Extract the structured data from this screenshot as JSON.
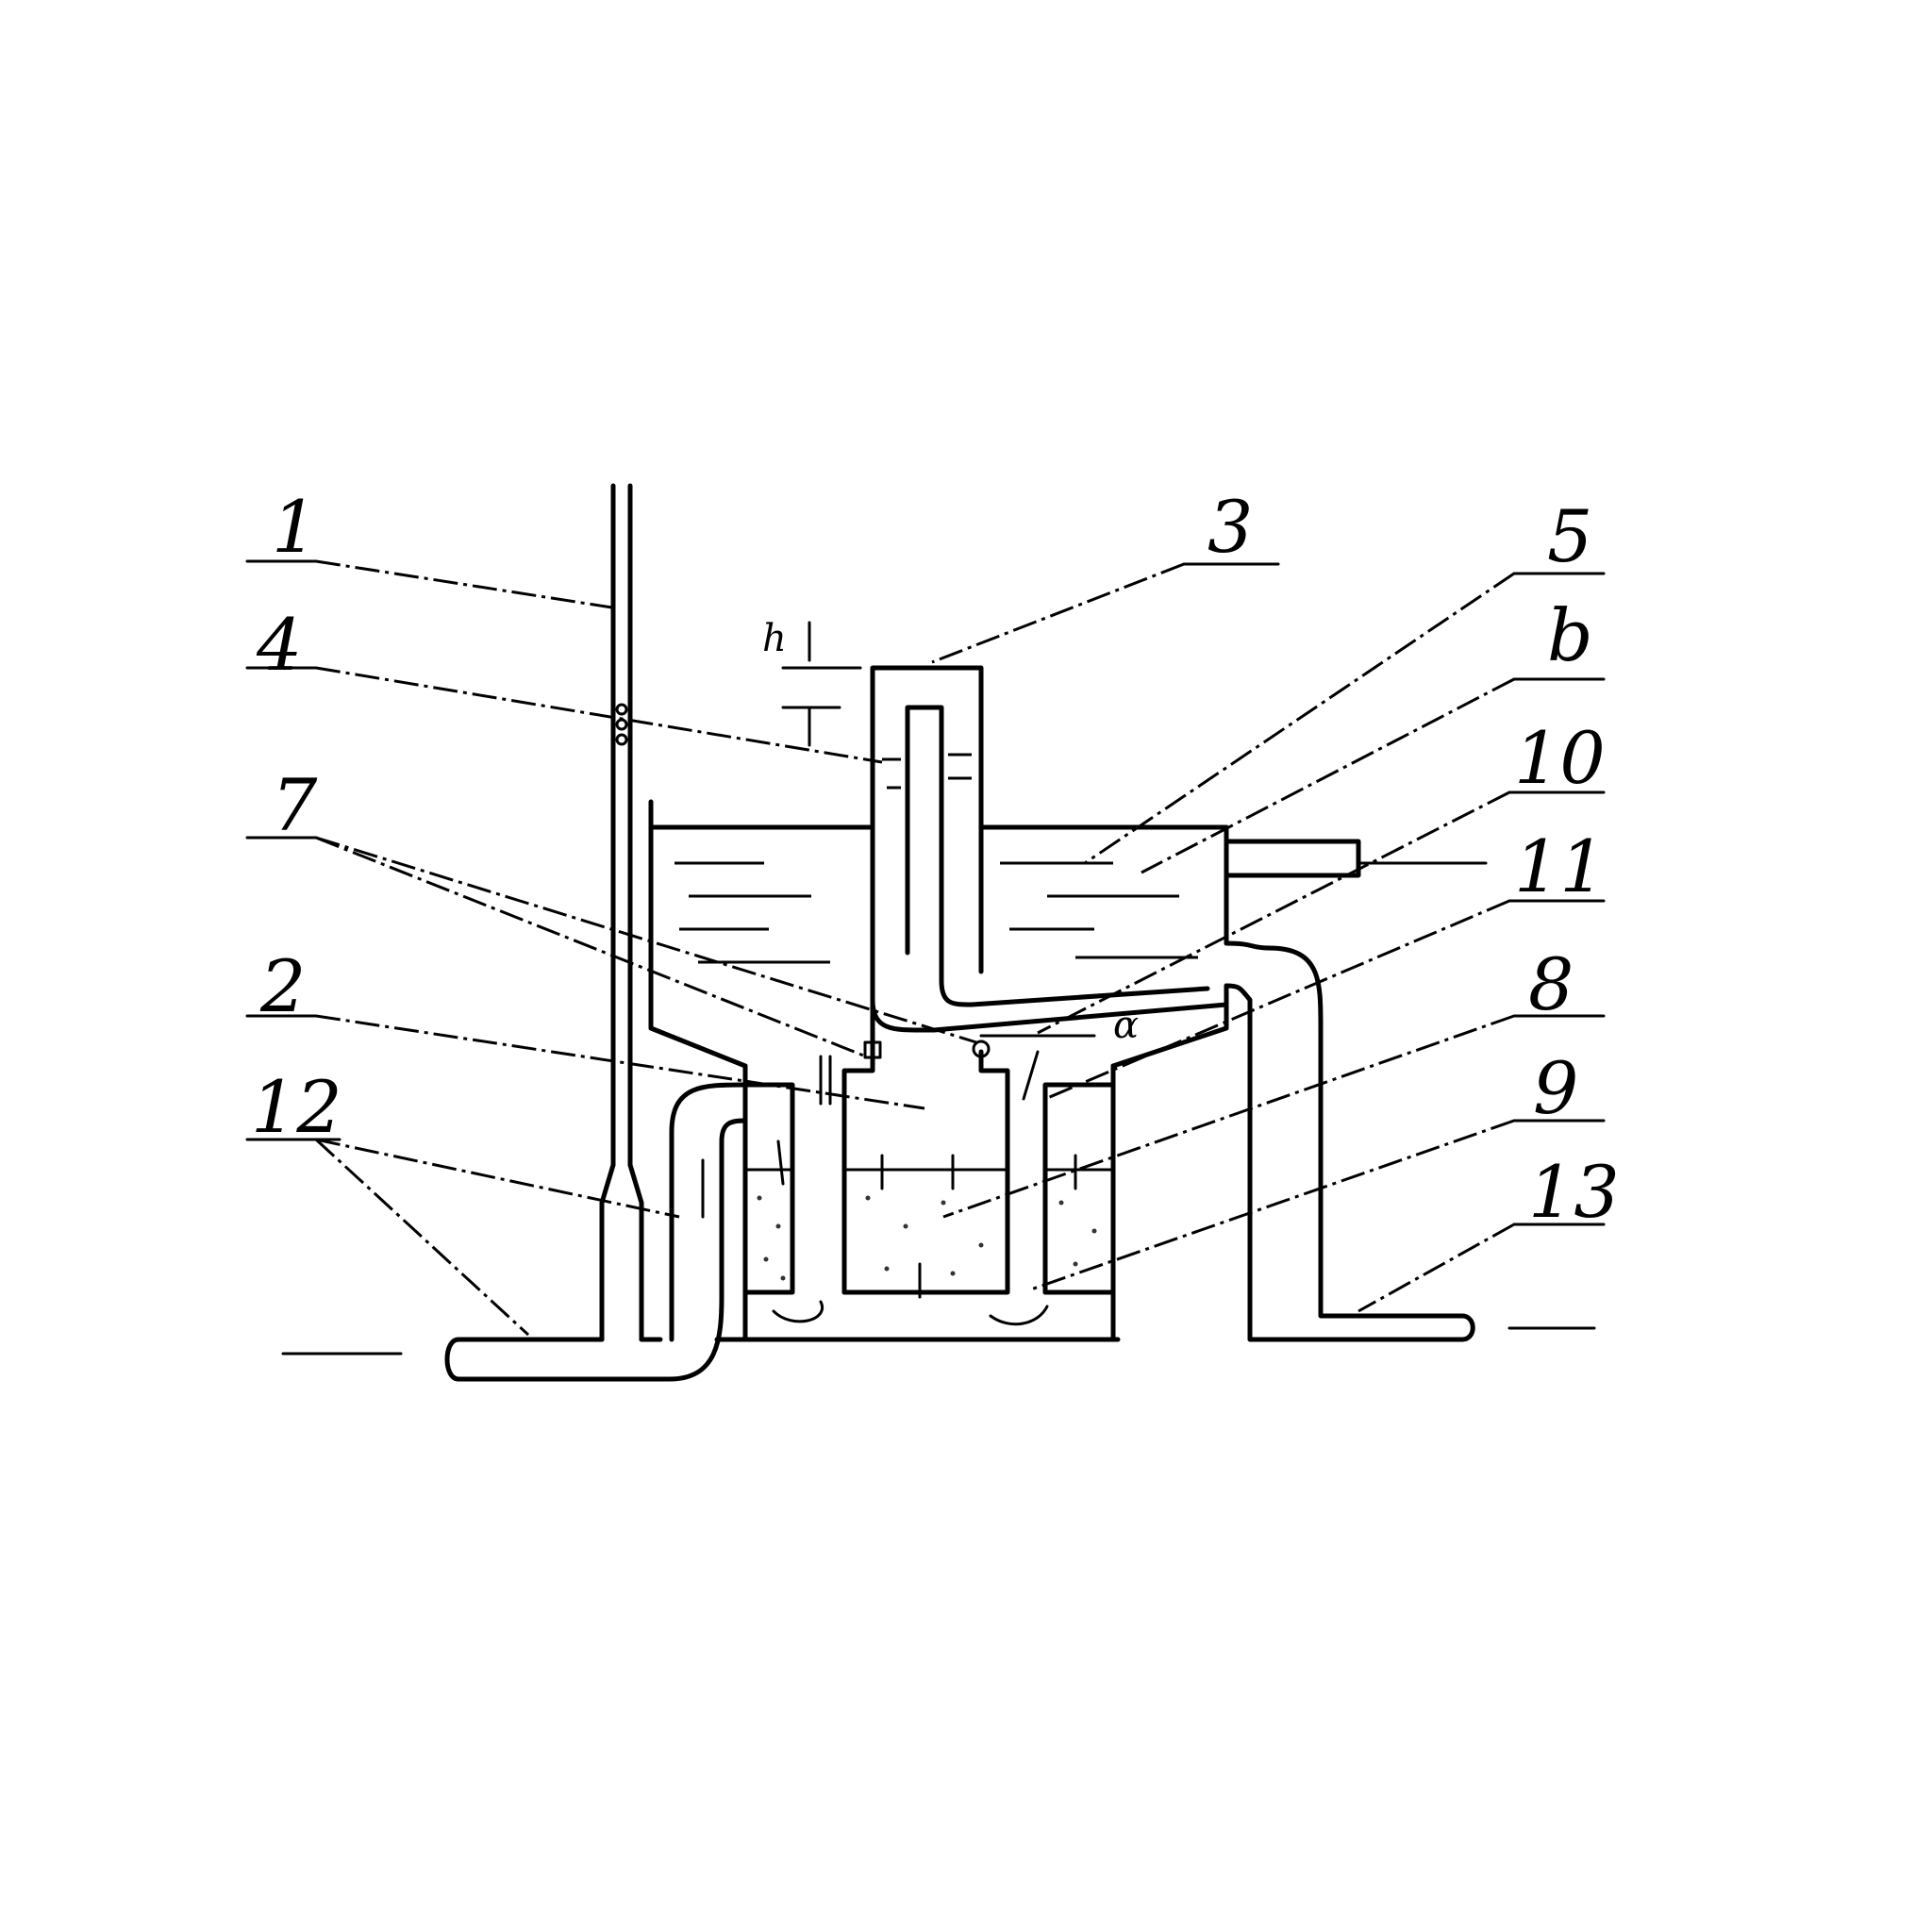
{
  "labels": {
    "l1": "1",
    "l2": "2",
    "l3": "3",
    "l4": "4",
    "l5": "5",
    "l6": "b",
    "l7": "7",
    "l8": "8",
    "l9": "9",
    "l10": "10",
    "l11": "11",
    "l12": "12",
    "l13": "13"
  },
  "symbols": {
    "height": "h",
    "angle": "α"
  }
}
